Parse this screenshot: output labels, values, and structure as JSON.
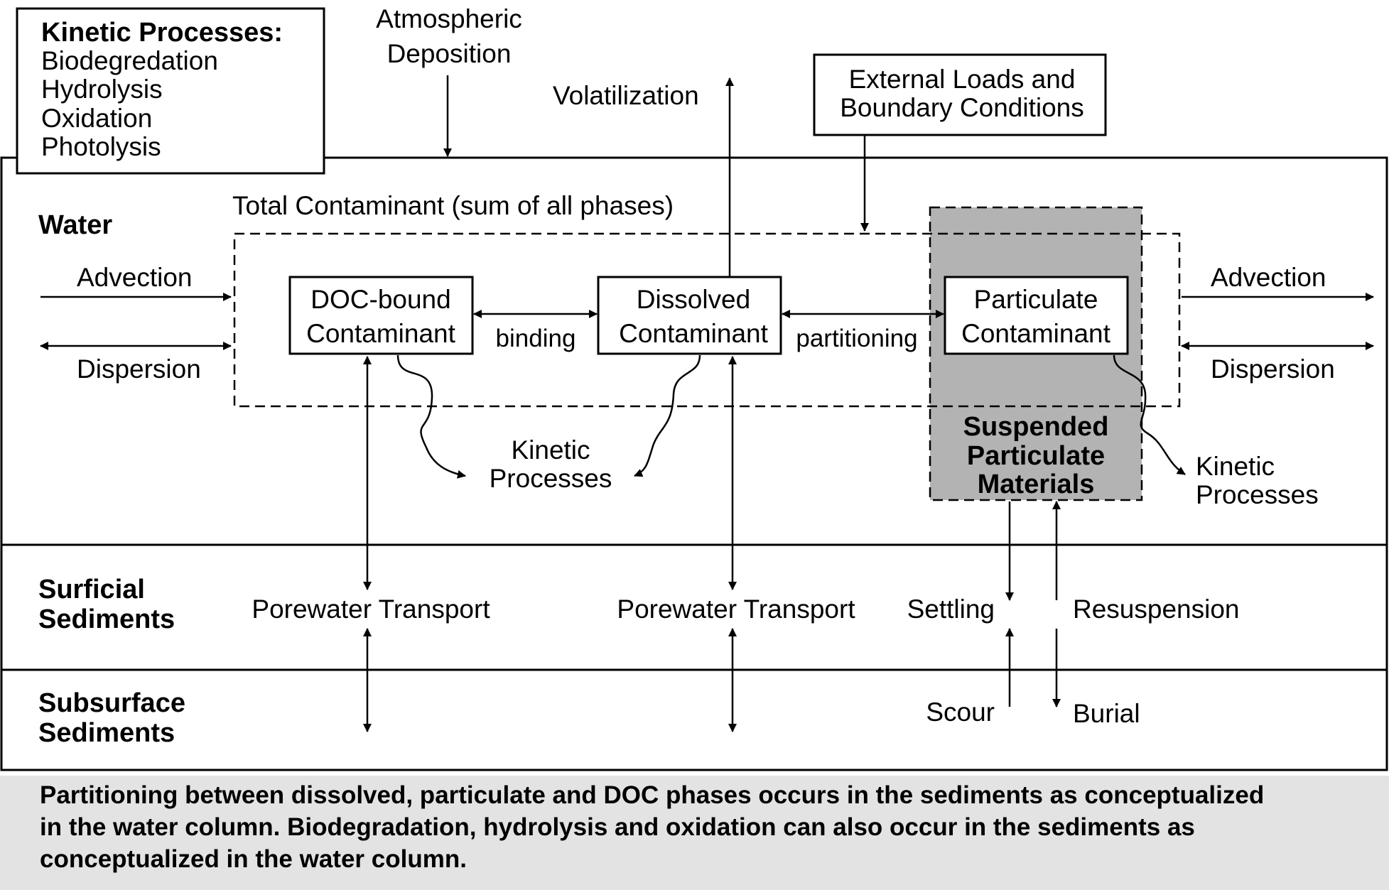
{
  "kinetic_box": {
    "title": "Kinetic Processes:",
    "items": [
      "Biodegredation",
      "Hydrolysis",
      "Oxidation",
      "Photolysis"
    ]
  },
  "atmospheric": [
    "Atmospheric",
    "Deposition"
  ],
  "volatilization": "Volatilization",
  "external": [
    "External Loads and",
    "Boundary Conditions"
  ],
  "layers": {
    "water": "Water",
    "surficial": [
      "Surficial",
      "Sediments"
    ],
    "subsurface": [
      "Subsurface",
      "Sediments"
    ]
  },
  "total_label": "Total Contaminant (sum of all phases)",
  "left_flows": {
    "advection": "Advection",
    "dispersion": "Dispersion"
  },
  "right_flows": {
    "advection": "Advection",
    "dispersion": "Dispersion"
  },
  "boxes": {
    "doc": [
      "DOC-bound",
      "Contaminant"
    ],
    "dissolved": [
      "Dissolved",
      "Contaminant"
    ],
    "particulate": [
      "Particulate",
      "Contaminant"
    ]
  },
  "binding": "binding",
  "partitioning": "partitioning",
  "suspended": [
    "Suspended",
    "Particulate",
    "Materials"
  ],
  "kinetic_mid": [
    "Kinetic",
    "Processes"
  ],
  "kinetic_right": [
    "Kinetic",
    "Processes"
  ],
  "porewater_left": "Porewater Transport",
  "porewater_mid": "Porewater Transport",
  "settling": "Settling",
  "resuspension": "Resuspension",
  "scour": "Scour",
  "burial": "Burial",
  "footer": [
    "Partitioning between dissolved, particulate and DOC phases occurs in the sediments as conceptualized",
    "in the water column. Biodegradation, hydrolysis and oxidation can also occur in the sediments as",
    "conceptualized in the water column."
  ],
  "colors": {
    "shade": "#b3b3b3",
    "footer_bg": "#e3e3e3",
    "ink": "#000000"
  }
}
